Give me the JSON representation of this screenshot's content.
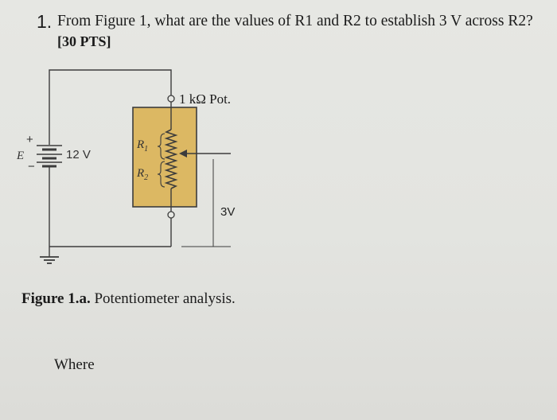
{
  "question": {
    "number": "1.",
    "text": "From Figure 1, what are the values of R1 and R2 to establish 3 V across R2?",
    "points": "[30 PTS]"
  },
  "figure": {
    "pot_label": "1 kΩ  Pot.",
    "source_symbol": "E",
    "source_plus": "+",
    "source_minus": "−",
    "source_value": "12 V",
    "r1_label": "R",
    "r1_sub": "1",
    "r2_label": "R",
    "r2_sub": "2",
    "output_voltage": "3V",
    "colors": {
      "pot_body": "#dcb863",
      "wire": "#3c3c3c"
    }
  },
  "caption": {
    "label": "Figure 1.a.",
    "text": " Potentiometer analysis."
  },
  "where_text": "Where"
}
